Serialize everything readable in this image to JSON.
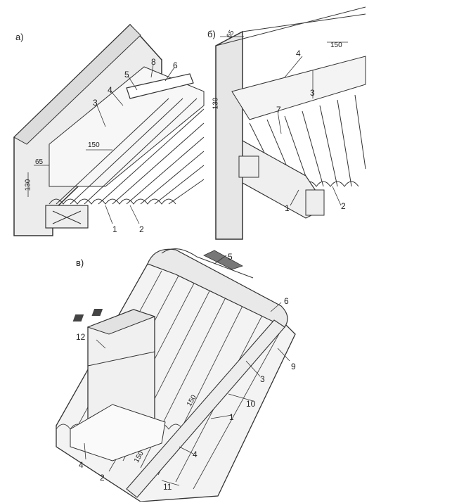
{
  "panels": {
    "a": {
      "letter": "а)",
      "callouts": [
        "1",
        "2",
        "3",
        "4",
        "5",
        "6",
        "8"
      ],
      "dims": [
        "65",
        "130",
        "150"
      ]
    },
    "b": {
      "letter": "б)",
      "callouts": [
        "1",
        "2",
        "3",
        "4",
        "7"
      ],
      "dims": [
        "65",
        "130",
        "150"
      ]
    },
    "c": {
      "letter": "в)",
      "callouts": [
        "1",
        "2",
        "3",
        "4",
        "4",
        "5",
        "6",
        "9",
        "10",
        "11",
        "12"
      ],
      "dims": [
        "150",
        "150"
      ]
    }
  }
}
